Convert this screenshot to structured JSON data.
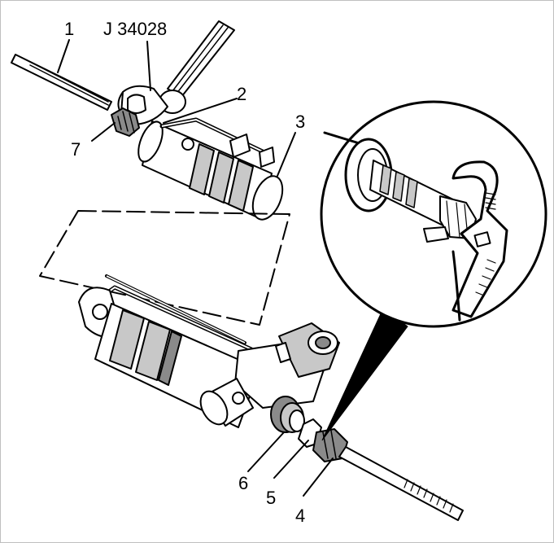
{
  "tool_label": "J 34028",
  "callouts": [
    "1",
    "2",
    "3",
    "4",
    "5",
    "6",
    "7"
  ]
}
